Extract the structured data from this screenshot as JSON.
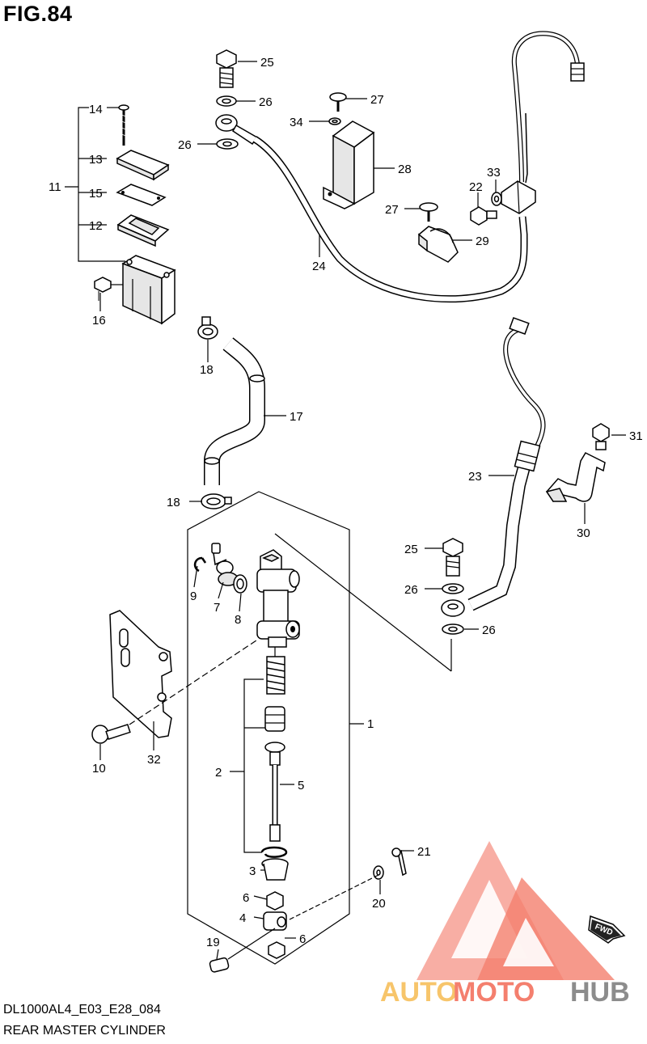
{
  "figure_title": "FIG.84",
  "model_code": "DL1000AL4_E03_E28_084",
  "diagram_title": "REAR MASTER CYLINDER",
  "watermark": {
    "brand_auto": "AUTO",
    "brand_moto": "MOTO",
    "brand_hub": "HUB",
    "colors": {
      "primary": "#f47f6e",
      "triangle_fill": "#f7a094",
      "hub": "#8c8c8c"
    }
  },
  "fwd_label": "FWD",
  "callouts": {
    "c1": "1",
    "c2": "2",
    "c3": "3",
    "c4": "4",
    "c5": "5",
    "c6a": "6",
    "c6b": "6",
    "c7": "7",
    "c8": "8",
    "c9": "9",
    "c10": "10",
    "c11": "11",
    "c12": "12",
    "c13": "13",
    "c14": "14",
    "c15": "15",
    "c16": "16",
    "c17": "17",
    "c18a": "18",
    "c18b": "18",
    "c19": "19",
    "c20": "20",
    "c21": "21",
    "c22": "22",
    "c23": "23",
    "c24": "24",
    "c25a": "25",
    "c25b": "25",
    "c26a": "26",
    "c26b": "26",
    "c26c": "26",
    "c26d": "26",
    "c27a": "27",
    "c27b": "27",
    "c28": "28",
    "c29": "29",
    "c30": "30",
    "c31": "31",
    "c32": "32",
    "c33": "33",
    "c34": "34"
  }
}
